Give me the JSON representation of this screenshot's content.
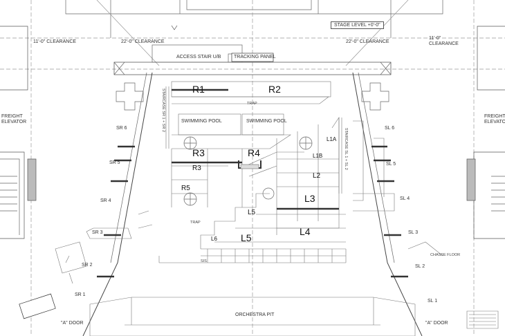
{
  "labels": {
    "clearance_left_outer": "11'-0\" CLEARANCE",
    "clearance_left_inner": "22'-0\" CLEARANCE",
    "clearance_right_inner": "22'-0\" CLEARANCE",
    "clearance_right_outer": "11'-0\" CLEARANCE",
    "stage_level": "STAGE LEVEL +0'-0\"",
    "access_stair": "ACCESS STAIR U/B",
    "tracking_panel": "TRACKING PANEL",
    "freight_elevator_left": "FREIGHT ELEVATOR",
    "freight_elevator_right": "FREIGHT ELEVATOR",
    "swimming_pool_1": "SWIMMING POOL",
    "swimming_pool_2": "SWIMMING POOL",
    "trap_top": "TRAP",
    "trap_bottom": "TRAP",
    "orchestra_pit": "ORCHESTRA PIT",
    "door_left": "\"A\" DOOR",
    "door_right": "\"A\" DOOR",
    "chasse_floor": "CHASSE FLOOR",
    "sis": "SIS",
    "staircase_left": "STAIRCASE SR 1 + SR 2",
    "staircase_right": "STAIRCASE SL 1 + SL 2"
  },
  "stage_left_wings": [
    "SL 6",
    "SL 5",
    "SL 4",
    "SL 3",
    "SL 2",
    "SL 1"
  ],
  "stage_right_wings": [
    "SR 6",
    "SR 5",
    "SR 4",
    "SR 3",
    "SR 2",
    "SR 1"
  ],
  "rows": {
    "R1": "R1",
    "R2": "R2",
    "R3_big": "R3",
    "R3_small": "R3",
    "R4": "R4",
    "R5": "R5",
    "L1A": "L1A",
    "L1B": "L1B",
    "L2": "L2",
    "L3": "L3",
    "L4": "L4",
    "L5_big": "L5",
    "L5_small": "L5",
    "L6": "L6"
  }
}
